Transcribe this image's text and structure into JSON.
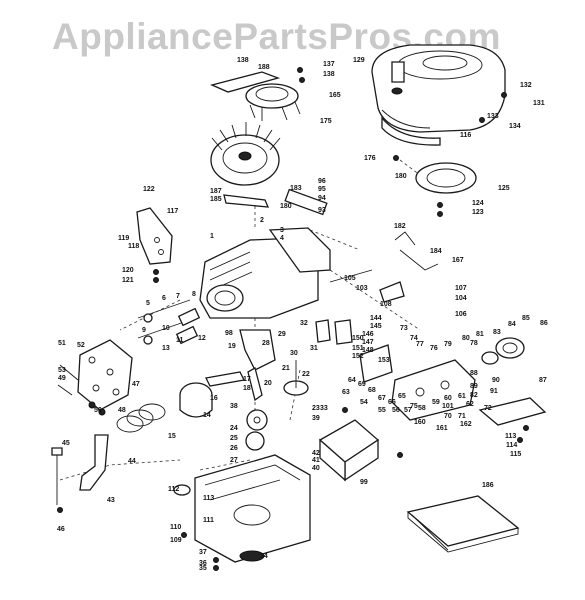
{
  "watermark": "AppliancePartsPros.com",
  "labels": {
    "top_left_cover": [
      "138",
      "188",
      "137",
      "138",
      "165",
      "175"
    ],
    "air_cleaner": [
      "129",
      "132",
      "131",
      "133",
      "134",
      "116",
      "176",
      "180",
      "125",
      "124",
      "123"
    ],
    "flywheel_area": [
      "183",
      "187",
      "185",
      "180",
      "96",
      "95",
      "94",
      "93"
    ],
    "bracket_left": [
      "122",
      "117",
      "119",
      "118",
      "120",
      "121"
    ],
    "block": [
      "1",
      "3",
      "4",
      "2",
      "98"
    ],
    "valves": [
      "5",
      "6",
      "7",
      "8",
      "9",
      "10",
      "11",
      "12",
      "13"
    ],
    "head": [
      "51",
      "52",
      "53",
      "49",
      "50",
      "48",
      "47"
    ],
    "piston": [
      "17",
      "18",
      "16",
      "14",
      "15"
    ],
    "crank_mid": [
      "19",
      "20",
      "21",
      "22",
      "23",
      "24",
      "25",
      "26",
      "27",
      "28",
      "29",
      "30",
      "31",
      "32",
      "33",
      "38",
      "39",
      "42",
      "41",
      "40"
    ],
    "linkage": [
      "182",
      "184",
      "167",
      "108",
      "105",
      "106",
      "103",
      "107",
      "101",
      "104"
    ],
    "carb": [
      "73",
      "74",
      "77",
      "76",
      "79",
      "80",
      "81",
      "83",
      "84",
      "85",
      "86",
      "87",
      "88",
      "89",
      "90",
      "91",
      "82",
      "78",
      "72",
      "71",
      "70",
      "75",
      "65",
      "66",
      "67",
      "68",
      "69",
      "64",
      "63",
      "62",
      "61",
      "60",
      "59",
      "58",
      "57",
      "56",
      "55",
      "54",
      "153",
      "160",
      "161",
      "162"
    ],
    "right_parts": [
      "144",
      "145",
      "146",
      "147",
      "148",
      "150",
      "151",
      "152",
      "114",
      "115",
      "113"
    ],
    "bottom_left": [
      "45",
      "44",
      "43",
      "46"
    ],
    "base": [
      "112",
      "113",
      "111",
      "110",
      "109",
      "37",
      "36",
      "35",
      "34",
      "99"
    ],
    "manual": [
      "186"
    ]
  }
}
